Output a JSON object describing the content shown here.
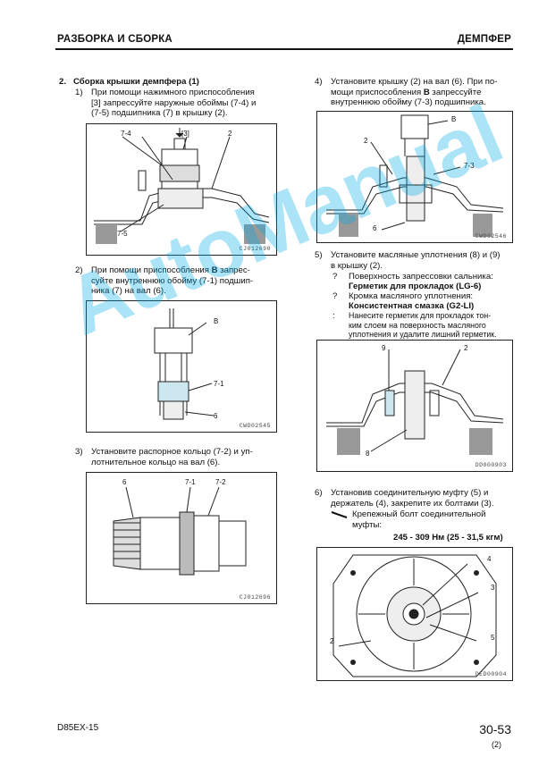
{
  "header": {
    "left": "РАЗБОРКА И СБОРКА",
    "right": "ДЕМПФЕР"
  },
  "left": {
    "section_num": "2.",
    "section_title": "Сборка крышки демпфера (1)",
    "step1": {
      "num": "1)",
      "lines": [
        "При помощи нажимного приспособления",
        "[3] запрессуйте наружные обоймы (7-4) и",
        "(7-5) подшипника (7) в крышку (2)."
      ]
    },
    "fig1": {
      "code": "CJ012690",
      "labels": {
        "a": "7-4",
        "b": "[3]",
        "c": "2",
        "d": "7-5"
      }
    },
    "step2": {
      "num": "2)",
      "line1_pre": "При помощи приспособления ",
      "line1_bold": "B",
      "line1_post": " запрес-",
      "lines": [
        "суйте внутреннюю обойму (7-1) подшип-",
        "ника (7) на вал (6)."
      ]
    },
    "fig2": {
      "code": "CWD02545",
      "labels": {
        "a": "B",
        "b": "7-1",
        "c": "6"
      }
    },
    "step3": {
      "num": "3)",
      "lines": [
        "Установите распорное кольцо (7-2) и уп-",
        "лотнительное кольцо на вал (6)."
      ]
    },
    "fig3": {
      "code": "CJ012696",
      "labels": {
        "a": "6",
        "b": "7-1",
        "c": "7-2"
      }
    }
  },
  "right": {
    "step4": {
      "num": "4)",
      "line1": "Установите крышку (2) на вал (6). При по-",
      "line2_pre": "мощи приспособления ",
      "line2_bold": "B",
      "line2_post": " запрессуйте",
      "line3": "внутреннюю обойму (7-3) подшипника."
    },
    "fig4": {
      "code": "CWD02546",
      "labels": {
        "a": "B",
        "b": "2",
        "c": "7-3",
        "d": "6"
      }
    },
    "step5": {
      "num": "5)",
      "lines": [
        "Установите масляные уплотнения (8) и (9)",
        "в крышку (2)."
      ],
      "note1_sym": "?",
      "note1_text": "Поверхность запрессовки сальника:",
      "note1_bold": "Герметик для прокладок (LG-6)",
      "note2_sym": "?",
      "note2_text": "Кромка масляного уплотнения:",
      "note2_bold": "Консистентная смазка (G2-LI)",
      "note3_sym": ":",
      "note3_lines": [
        "Нанесите герметик для прокладок тон-",
        "ким слоем на поверхность масляного",
        "уплотнения и удалите лишний герметик."
      ]
    },
    "fig5": {
      "code": "DD000903",
      "labels": {
        "a": "9",
        "b": "2",
        "c": "8"
      }
    },
    "step6": {
      "num": "6)",
      "lines": [
        "Установив соединительную муфту (5) и",
        "держатель (4), закрепите их болтами (3)."
      ],
      "torque_label_lines": [
        "Крепежный болт соединительной",
        "муфты:"
      ],
      "torque_value": "245 - 309 Нм (25 - 31,5 кгм)"
    },
    "fig6": {
      "code": "DED00904",
      "labels": {
        "a": "4",
        "b": "3",
        "c": "2",
        "d": "5"
      }
    }
  },
  "watermark": "AutoManual",
  "footer": {
    "model": "D85EX-15",
    "page": "30-53",
    "rev": "(2)"
  }
}
